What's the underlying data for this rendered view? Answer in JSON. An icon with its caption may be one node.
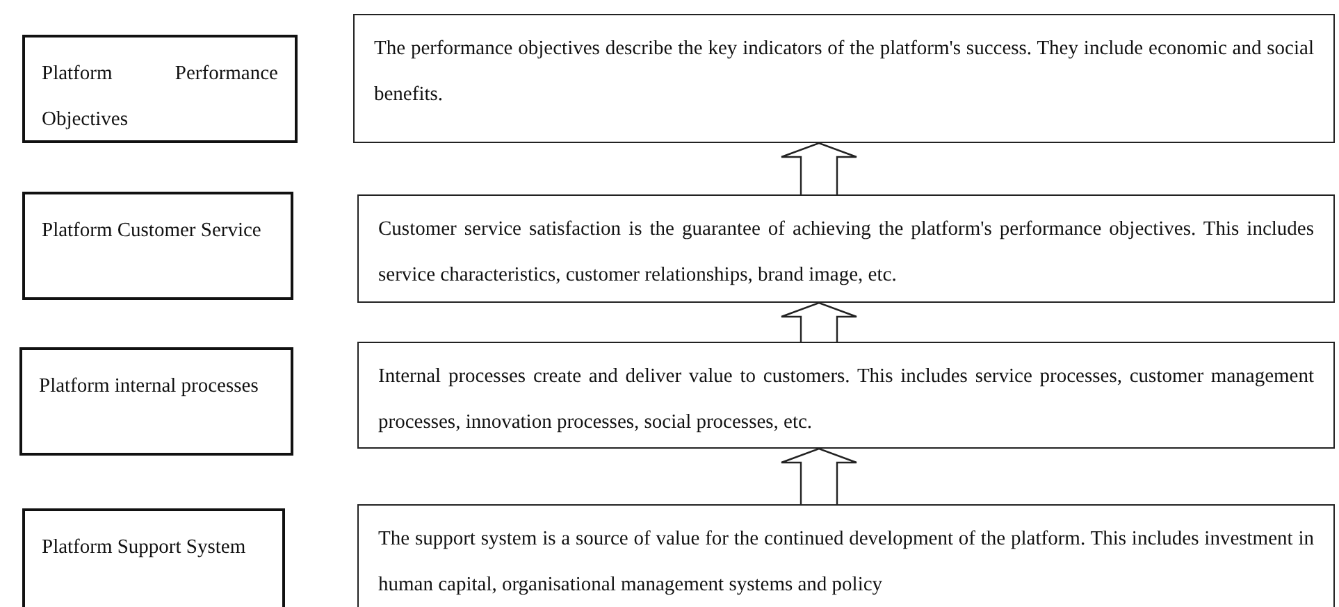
{
  "diagram": {
    "nodes": [
      {
        "text": [
          "Platform Performance Objectives"
        ]
      },
      {
        "text": [
          "The performance objectives describe the key indicators of the platform's success. They include economic and social benefits."
        ]
      },
      {
        "text": [
          "Platform Customer Service"
        ]
      },
      {
        "text": [
          "Customer service satisfaction is the guarantee of achieving the platform's performance objectives. This includes service characteristics, customer relationships, brand image, etc."
        ]
      },
      {
        "text": [
          "Platform internal processes"
        ]
      },
      {
        "text": [
          "Internal processes create and deliver value to customers. This includes service processes, customer management processes, innovation processes, social processes, etc."
        ]
      },
      {
        "text": [
          "Platform Support System"
        ]
      },
      {
        "text": [
          "The support system is a source of value for the continued development of the platform. This includes investment in human capital, organisational management systems and policy"
        ]
      }
    ],
    "edges": [
      {
        "from": 3,
        "to": 1,
        "arrow": "to"
      },
      {
        "from": 5,
        "to": 3,
        "arrow": "to"
      },
      {
        "from": 7,
        "to": 5,
        "arrow": "to"
      }
    ]
  }
}
